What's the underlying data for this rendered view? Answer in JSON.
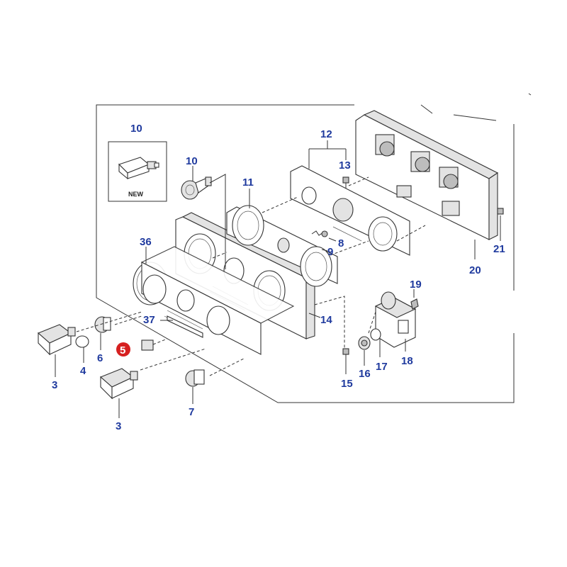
{
  "diagram": {
    "colors": {
      "label": "#1f3a9e",
      "highlight": "#d62020",
      "line": "#333333",
      "background": "#ffffff"
    },
    "new_badge": "NEW",
    "labels": {
      "l3a": "3",
      "l3b": "3",
      "l4": "4",
      "l5": "5",
      "l6": "6",
      "l7": "7",
      "l8": "8",
      "l9": "9",
      "l10a": "10",
      "l10b": "10",
      "l11": "11",
      "l12": "12",
      "l13": "13",
      "l14": "14",
      "l15": "15",
      "l16": "16",
      "l17": "17",
      "l18": "18",
      "l19": "19",
      "l20": "20",
      "l21": "21",
      "l36": "36",
      "l37": "37"
    }
  }
}
